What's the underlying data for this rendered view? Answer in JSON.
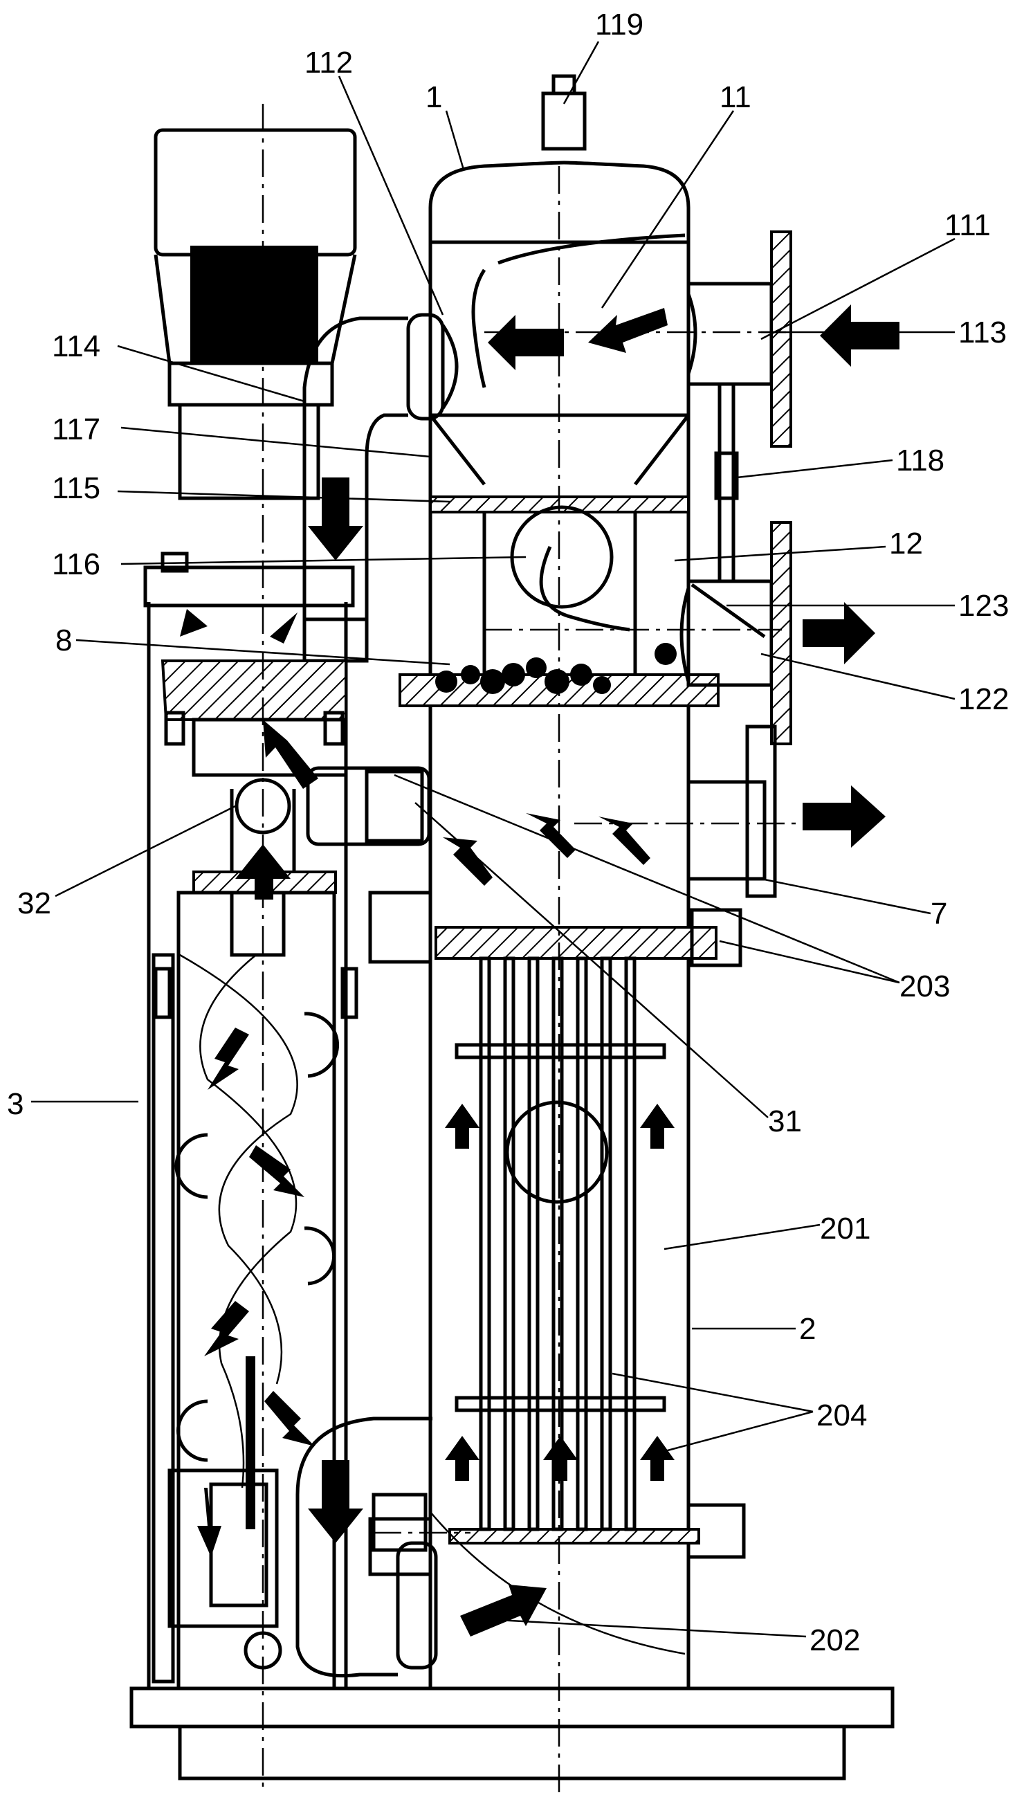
{
  "labels": {
    "l1": "1",
    "l2": "2",
    "l3": "3",
    "l7": "7",
    "l8": "8",
    "l11": "11",
    "l12": "12",
    "l31": "31",
    "l32": "32",
    "l111": "111",
    "l112": "112",
    "l113": "113",
    "l114": "114",
    "l115": "115",
    "l116": "116",
    "l117": "117",
    "l118": "118",
    "l119": "119",
    "l122": "122",
    "l123": "123",
    "l201": "201",
    "l202": "202",
    "l203": "203",
    "l204": "204"
  }
}
